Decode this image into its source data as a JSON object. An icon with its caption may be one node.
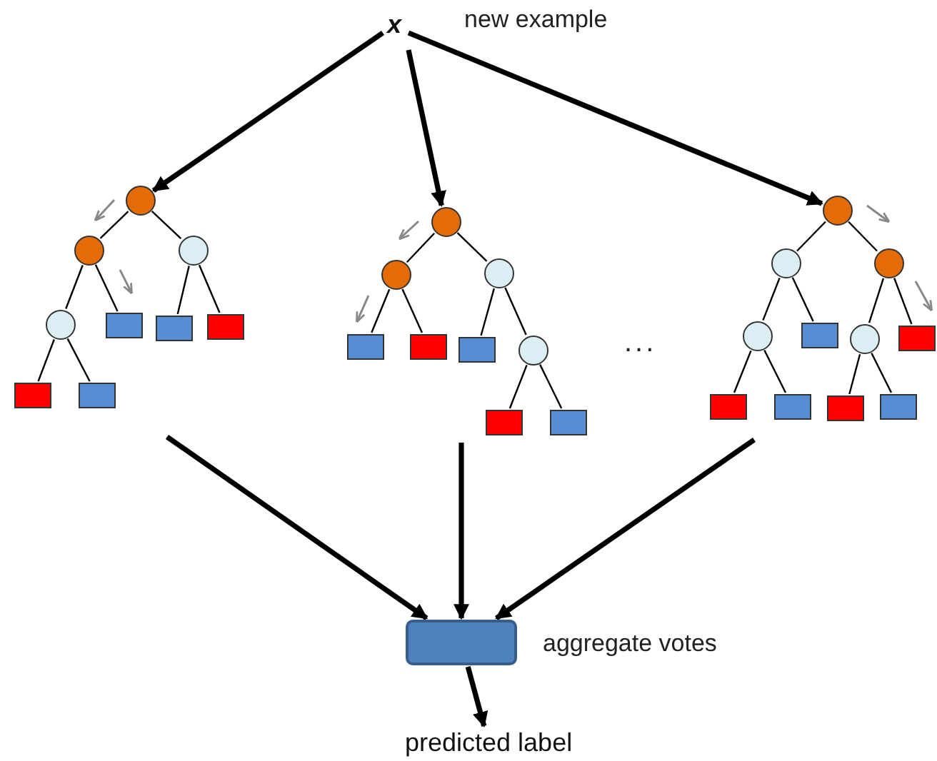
{
  "diagram": {
    "nodes": [
      {
        "text": [
          "x"
        ],
        "beside": [
          "new example"
        ]
      },
      {
        "text": [],
        "shape": "circle"
      },
      {
        "text": [],
        "shape": "circle"
      },
      {
        "text": [],
        "shape": "circle"
      },
      {
        "text": [],
        "shape": "circle"
      },
      {
        "text": [],
        "shape": "box"
      },
      {
        "text": [],
        "shape": "box"
      },
      {
        "text": [],
        "shape": "box"
      },
      {
        "text": [],
        "shape": "box"
      },
      {
        "text": [],
        "shape": "box"
      },
      {
        "text": [],
        "shape": "circle"
      },
      {
        "text": [],
        "shape": "circle"
      },
      {
        "text": [],
        "shape": "circle"
      },
      {
        "text": [],
        "shape": "box"
      },
      {
        "text": [],
        "shape": "box"
      },
      {
        "text": [],
        "shape": "box"
      },
      {
        "text": [],
        "shape": "circle"
      },
      {
        "text": [],
        "shape": "box"
      },
      {
        "text": [],
        "shape": "box"
      },
      {
        "text": [],
        "shape": "circle"
      },
      {
        "text": [],
        "shape": "circle"
      },
      {
        "text": [],
        "shape": "circle"
      },
      {
        "text": [],
        "shape": "circle"
      },
      {
        "text": [],
        "shape": "box"
      },
      {
        "text": [],
        "shape": "circle"
      },
      {
        "text": [],
        "shape": "box"
      },
      {
        "text": [],
        "shape": "box"
      },
      {
        "text": [],
        "shape": "box"
      },
      {
        "text": [],
        "shape": "box"
      },
      {
        "text": [],
        "shape": "box"
      },
      {
        "text": [],
        "shape": "box",
        "beside": [
          "aggregate votes"
        ]
      },
      {
        "text": [
          "predicted label"
        ]
      }
    ],
    "edges": [
      {
        "from": 0,
        "to": 1,
        "arrow": "to",
        "style": "thick"
      },
      {
        "from": 0,
        "to": 10,
        "arrow": "to",
        "style": "thick"
      },
      {
        "from": 0,
        "to": 19,
        "arrow": "to",
        "style": "thick"
      },
      {
        "from": 1,
        "to": 2,
        "arrow": "none"
      },
      {
        "from": 1,
        "to": 3,
        "arrow": "none"
      },
      {
        "from": 2,
        "to": 4,
        "arrow": "none"
      },
      {
        "from": 2,
        "to": 5,
        "arrow": "none"
      },
      {
        "from": 3,
        "to": 6,
        "arrow": "none"
      },
      {
        "from": 3,
        "to": 7,
        "arrow": "none"
      },
      {
        "from": 4,
        "to": 8,
        "arrow": "none"
      },
      {
        "from": 4,
        "to": 9,
        "arrow": "none"
      },
      {
        "from": 10,
        "to": 11,
        "arrow": "none"
      },
      {
        "from": 10,
        "to": 12,
        "arrow": "none"
      },
      {
        "from": 11,
        "to": 13,
        "arrow": "none"
      },
      {
        "from": 11,
        "to": 14,
        "arrow": "none"
      },
      {
        "from": 12,
        "to": 15,
        "arrow": "none"
      },
      {
        "from": 12,
        "to": 16,
        "arrow": "none"
      },
      {
        "from": 16,
        "to": 17,
        "arrow": "none"
      },
      {
        "from": 16,
        "to": 18,
        "arrow": "none"
      },
      {
        "from": 19,
        "to": 20,
        "arrow": "none"
      },
      {
        "from": 19,
        "to": 21,
        "arrow": "none"
      },
      {
        "from": 20,
        "to": 22,
        "arrow": "none"
      },
      {
        "from": 20,
        "to": 23,
        "arrow": "none"
      },
      {
        "from": 21,
        "to": 24,
        "arrow": "none"
      },
      {
        "from": 21,
        "to": 25,
        "arrow": "none"
      },
      {
        "from": 22,
        "to": 26,
        "arrow": "none"
      },
      {
        "from": 22,
        "to": 27,
        "arrow": "none"
      },
      {
        "from": 24,
        "to": 28,
        "arrow": "none"
      },
      {
        "from": 24,
        "to": 29,
        "arrow": "none"
      },
      {
        "from": null,
        "to": 30,
        "arrow": "to",
        "style": "thick"
      },
      {
        "from": null,
        "to": 30,
        "arrow": "to",
        "style": "thick"
      },
      {
        "from": null,
        "to": 30,
        "arrow": "to",
        "style": "thick"
      },
      {
        "from": 30,
        "to": 31,
        "arrow": "to",
        "style": "thick"
      }
    ],
    "labels": [
      "..."
    ]
  }
}
